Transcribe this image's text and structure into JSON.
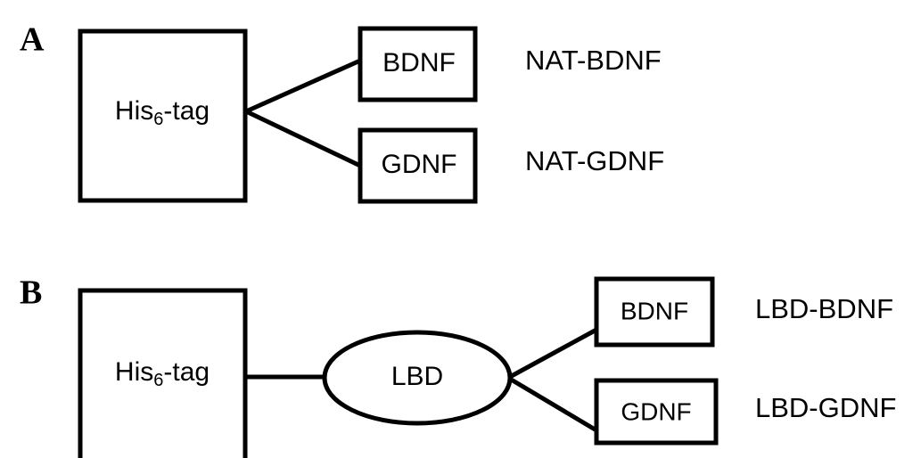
{
  "figure": {
    "background_color": "#ffffff",
    "stroke_color": "#000000"
  },
  "panels": [
    {
      "letter": "A",
      "tag_box": {
        "label_main": "His",
        "label_sub": "6",
        "label_tail": "-tag"
      },
      "targets": [
        {
          "box_label": "BDNF",
          "construct_label": "NAT-BDNF"
        },
        {
          "box_label": "GDNF",
          "construct_label": "NAT-GDNF"
        }
      ]
    },
    {
      "letter": "B",
      "tag_box": {
        "label_main": "His",
        "label_sub": "6",
        "label_tail": "-tag"
      },
      "linker": {
        "label": "LBD"
      },
      "targets": [
        {
          "box_label": "BDNF",
          "construct_label": "LBD-BDNF"
        },
        {
          "box_label": "GDNF",
          "construct_label": "LBD-GDNF"
        }
      ]
    }
  ]
}
